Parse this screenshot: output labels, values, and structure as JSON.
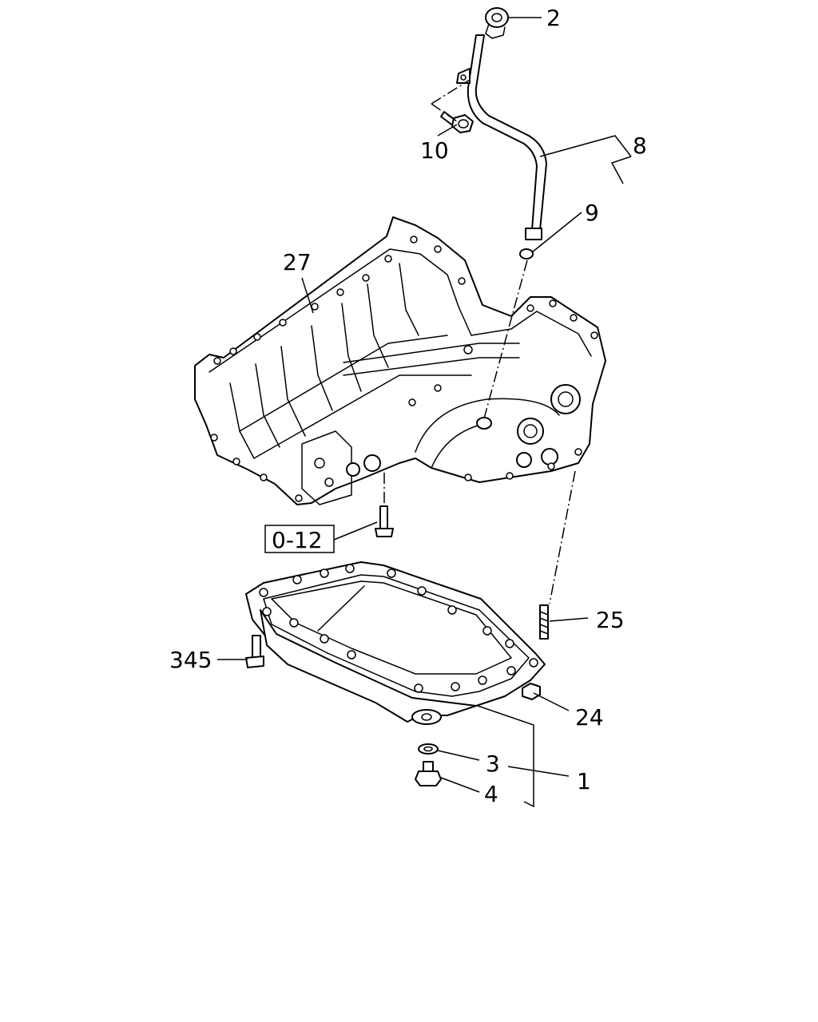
{
  "callouts": {
    "c1": "1",
    "c2": "2",
    "c3": "3",
    "c4": "4",
    "c8": "8",
    "c9": "9",
    "c10": "10",
    "c24": "24",
    "c25": "25",
    "c27": "27",
    "c345": "345",
    "ref_box": "0-12"
  },
  "colors": {
    "line": "#000000",
    "background": "#ffffff"
  }
}
